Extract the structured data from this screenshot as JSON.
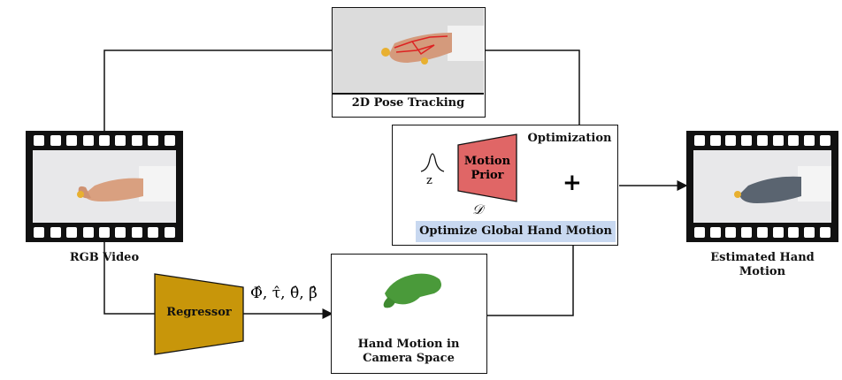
{
  "input_video": {
    "caption": "RGB Video"
  },
  "pose_tracking": {
    "caption": "2D Pose Tracking"
  },
  "optimization": {
    "title": "Optimization",
    "latent_label": "z",
    "prior_label": "Motion Prior",
    "decoder_label": "𝒟",
    "plus": "+",
    "step_label": "Optimize Global Hand Motion"
  },
  "regressor": {
    "label": "Regressor",
    "outputs": "Φ̂, τ̂, θ̂, β̂"
  },
  "camera_space": {
    "caption": "Hand Motion in Camera Space"
  },
  "output": {
    "caption": "Estimated Hand Motion"
  },
  "colors": {
    "prior": "#e06666",
    "regressor": "#c8960a",
    "highlight": "#c8d8f0",
    "hand_mesh": "#4a9a3a"
  }
}
